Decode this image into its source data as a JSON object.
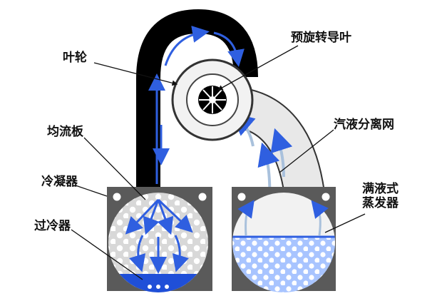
{
  "labels": {
    "impeller": "叶轮",
    "prerotation_vane": "预旋转导叶",
    "flow_plate": "均流板",
    "separator_net": "汽液分离网",
    "condenser": "冷凝器",
    "flooded_evaporator": "满液式\n蒸发器",
    "subcooler": "过冷器"
  },
  "colors": {
    "pipe": "#000000",
    "shell": "#5a5a5a",
    "refrigerant_liquid": "#1f4fd8",
    "liquid_light": "#a8c4ff",
    "vapor_pipe": "#e6e6e6",
    "arrow_blue": "#2f5fe0",
    "arrow_vapor": "#a9c1dc",
    "bolt_hole": "#ffffff"
  },
  "icons": {
    "impeller": "impeller-icon",
    "flow_arrow": "arrow-icon"
  }
}
